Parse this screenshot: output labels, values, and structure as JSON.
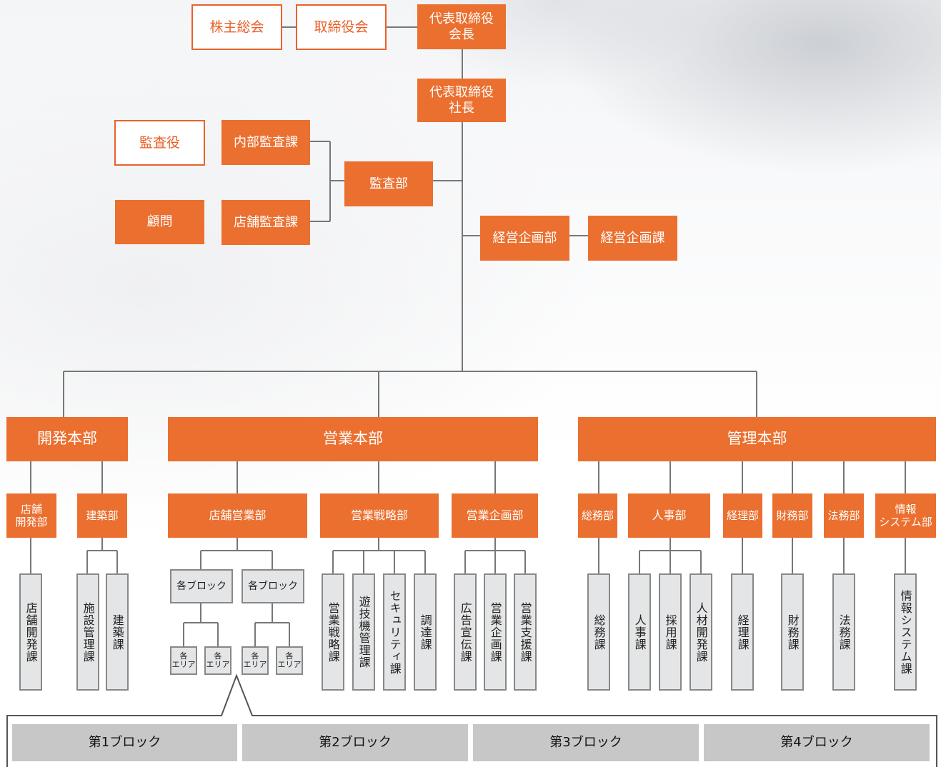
{
  "top": {
    "shareholders": "株主総会",
    "board": "取締役会",
    "chairman": "代表取締役\n会長",
    "president": "代表取締役\n社長"
  },
  "audit": {
    "auditor": "監査役",
    "advisor": "顧問",
    "internal_audit": "内部監査課",
    "store_audit": "店舗監査課",
    "audit_dept": "監査部"
  },
  "planning": {
    "dept": "経営企画部",
    "section": "経営企画課"
  },
  "divisions": {
    "development": {
      "name": "開発本部",
      "store_dev_dept": "店舗\n開発部",
      "construction_dept": "建築部",
      "store_dev_section": "店舗開発課",
      "facility_section": "施設管理課",
      "construction_section": "建築課"
    },
    "sales": {
      "name": "営業本部",
      "store_sales_dept": "店舗営業部",
      "strategy_dept": "営業戦略部",
      "planning_dept": "営業企画部",
      "block": "各ブロック",
      "area": "各\nエリア",
      "sections": [
        "営業戦略課",
        "遊技機管理課",
        "セキュリティ課",
        "調達課",
        "広告宣伝課",
        "営業企画課",
        "営業支援課"
      ]
    },
    "admin": {
      "name": "管理本部",
      "general_dept": "総務部",
      "hr_dept": "人事部",
      "accounting_dept": "経理部",
      "finance_dept": "財務部",
      "legal_dept": "法務部",
      "it_dept": "情報\nシステム部",
      "sections": [
        "総務課",
        "人事課",
        "採用課",
        "人材開発課",
        "経理課",
        "財務課",
        "法務課",
        "情報システム課"
      ]
    }
  },
  "blocks": [
    "第1ブロック",
    "第2ブロック",
    "第3ブロック",
    "第4ブロック"
  ],
  "colors": {
    "accent": "#eb6f2f",
    "line": "#777777",
    "section_bg": "#e4e5e6",
    "block_bg": "#c7c7c7"
  }
}
